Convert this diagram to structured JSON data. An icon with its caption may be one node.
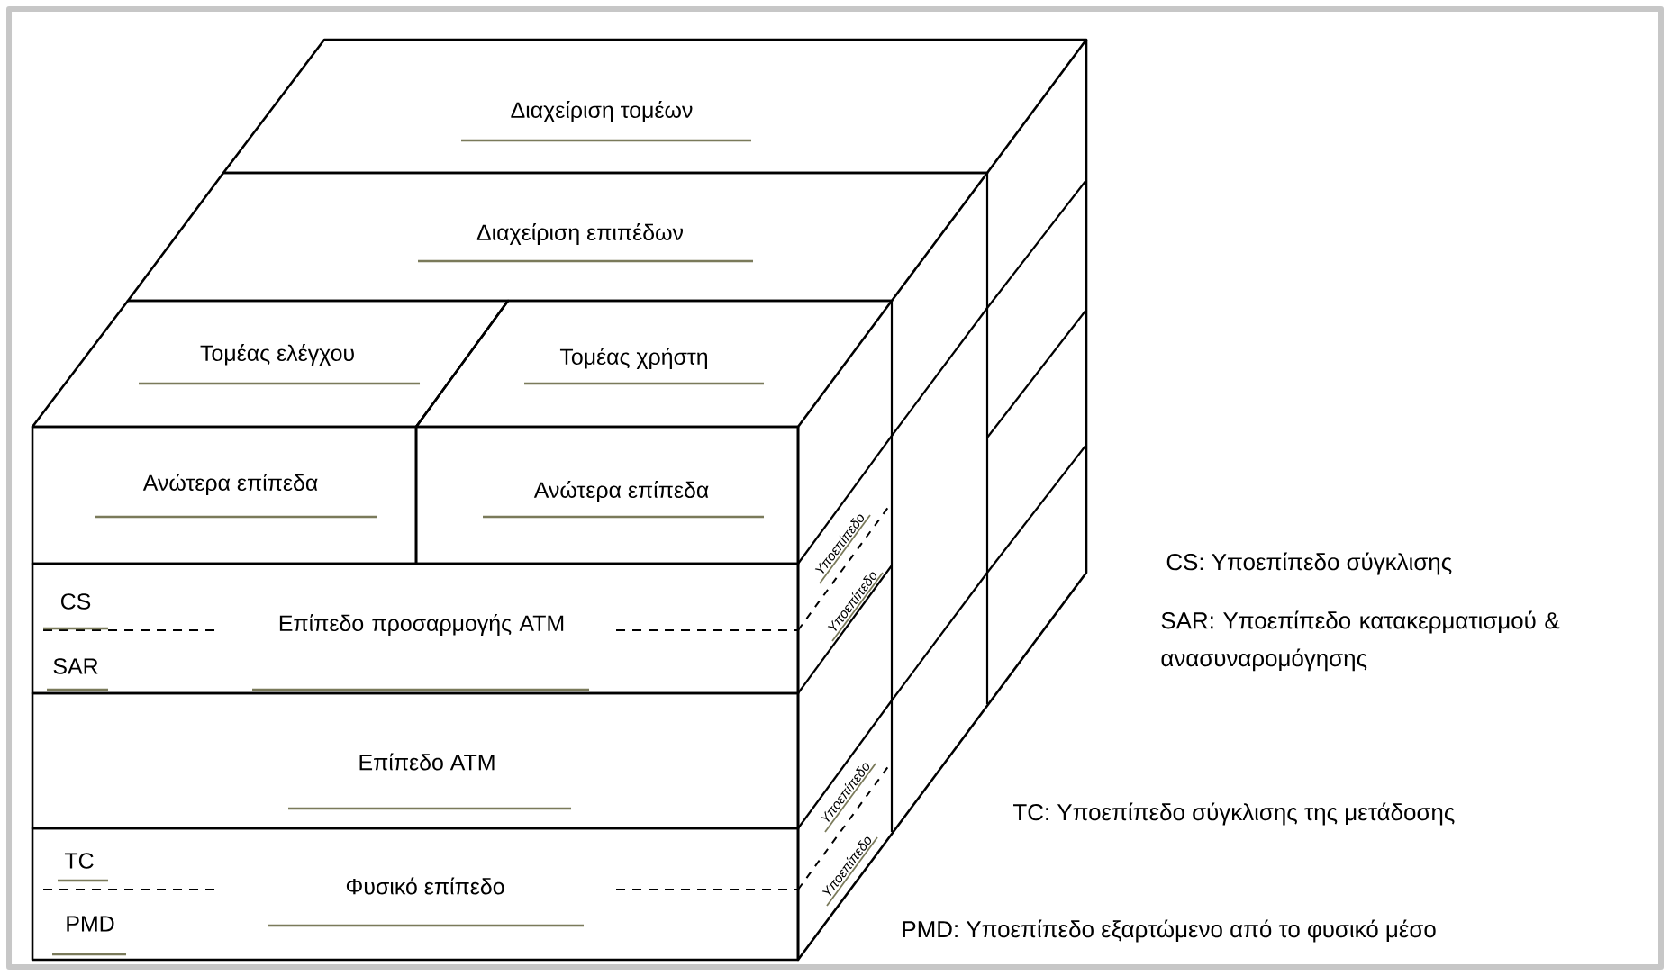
{
  "diagram": {
    "nodes": [
      {
        "text": [
          "Διαχείριση τομέων"
        ]
      },
      {
        "text": [
          "Διαχείριση επιπέδων"
        ]
      },
      {
        "text": [
          "Τομέας ελέγχου"
        ]
      },
      {
        "text": [
          "Τομέας χρήστη"
        ]
      },
      {
        "text": [
          "Ανώτερα επίπεδα"
        ]
      },
      {
        "text": [
          "Ανώτερα επίπεδα"
        ]
      },
      {
        "text": [
          "CS",
          "Επίπεδο προσαρμογής ATM",
          "SAR"
        ]
      },
      {
        "text": [
          "Επίπεδο ATM"
        ]
      },
      {
        "text": [
          "TC",
          "Φυσικό επίπεδο",
          "PMD"
        ]
      }
    ],
    "labels": [
      "Υποεπίπεδο",
      "Υποεπίπεδο",
      "Υποεπίπεδο",
      "Υποεπίπεδο",
      "CS: Υποεπίπεδο σύγκλισης",
      "SAR: Υποεπίπεδο κατακερματισμού & ανασυναρομόγησης",
      "TC: Υποεπίπεδο σύγκλισης της μετάδοσης",
      "PMD: Υποεπίπεδο εξαρτώμενο από το φυσικό μέσο"
    ]
  }
}
